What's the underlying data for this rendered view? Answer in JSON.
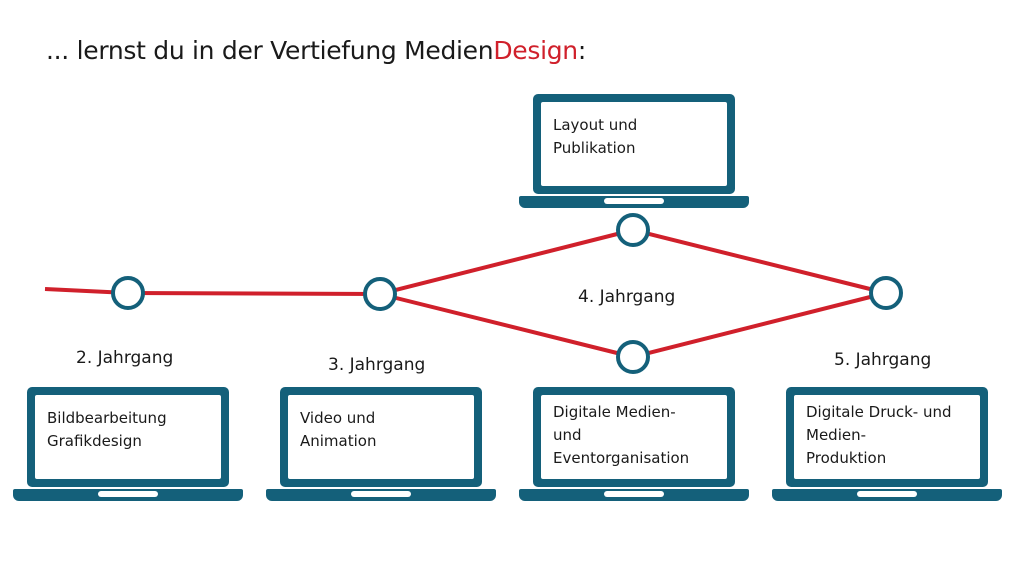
{
  "title": {
    "prefix": "... lernst du in der Vertiefung ",
    "brand_part1": "Medien",
    "brand_part2": "Design",
    "suffix": ":"
  },
  "years": {
    "y2": "2. Jahrgang",
    "y3": "3. Jahrgang",
    "y4": "4. Jahrgang",
    "y5": "5. Jahrgang"
  },
  "laptops": {
    "layout": [
      "Layout und",
      "Publikation"
    ],
    "bildbearbeitung": [
      "Bildbearbeitung",
      "Grafikdesign"
    ],
    "video": [
      "Video und",
      "Animation"
    ],
    "digitale_medien": [
      "Digitale Medien-",
      "und",
      "Eventorganisation"
    ],
    "druck": [
      "Digitale Druck- und",
      "Medien-",
      "Produktion"
    ]
  },
  "colors": {
    "line": "#d0202b",
    "node_outline": "#14607a",
    "laptop": "#14607a",
    "accent": "#d0202b"
  }
}
